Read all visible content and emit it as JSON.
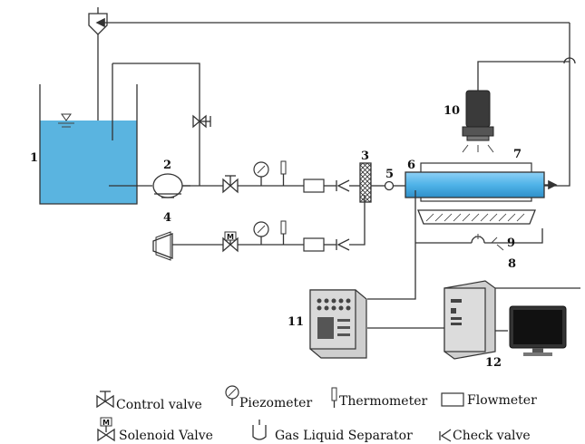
{
  "diagram": {
    "numbers": [
      "1",
      "2",
      "3",
      "4",
      "5",
      "6",
      "7",
      "8",
      "9",
      "10",
      "11",
      "12"
    ],
    "legend": {
      "control_valve": "Control valve",
      "piezometer": "Piezometer",
      "thermometer": "Thermometer",
      "flowmeter": "Flowmeter",
      "solenoid_valve": "Solenoid Valve",
      "gas_liquid_separator": "Gas Liquid Separator",
      "check_valve": "Check valve"
    },
    "solenoid_mark": "M",
    "colors": {
      "water": "#5ab4e0",
      "tube": "#4fb3e8",
      "line": "#333333"
    }
  }
}
